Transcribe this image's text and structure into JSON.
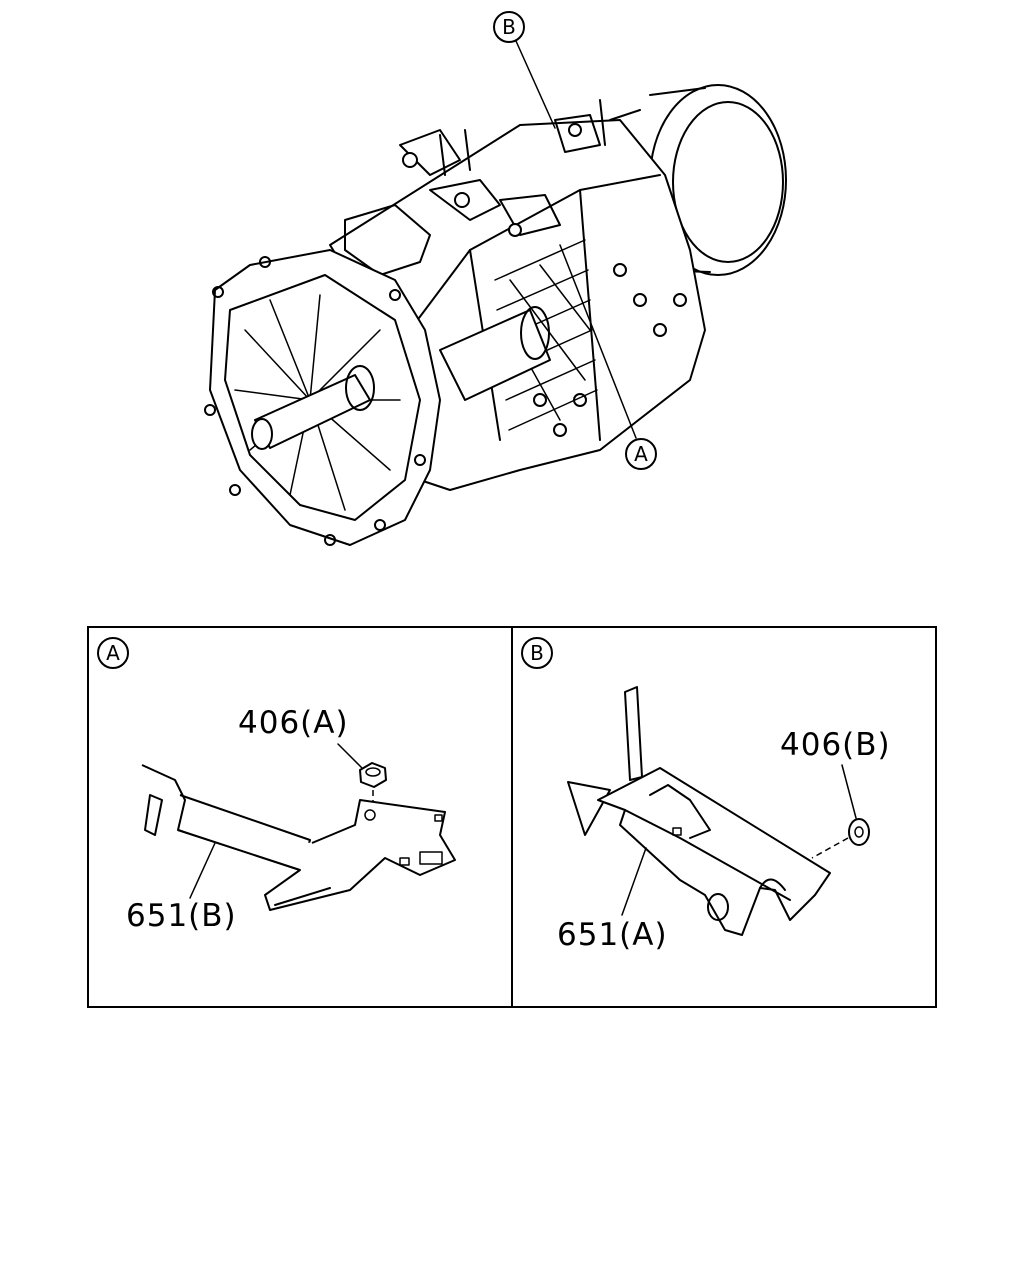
{
  "overview": {
    "callout_a": "A",
    "callout_b": "B"
  },
  "detail_a": {
    "tag": "A",
    "part_nut": "406(A)",
    "part_bracket": "651(B)"
  },
  "detail_b": {
    "tag": "B",
    "part_nut": "406(B)",
    "part_bracket": "651(A)"
  }
}
